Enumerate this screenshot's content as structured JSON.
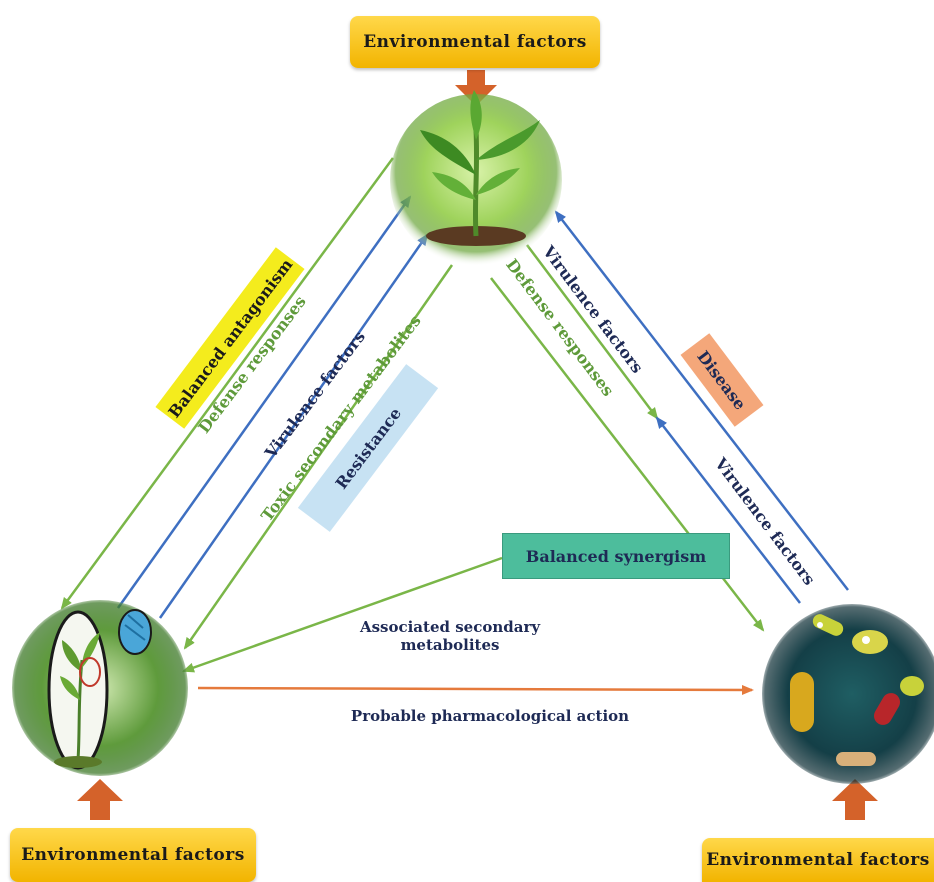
{
  "labels": {
    "env_top": "Environmental  factors",
    "env_left": "Environmental  factors",
    "env_right": "Environmental  factors",
    "balanced_antagonism": "Balanced antagonism",
    "defense_left": "Defense responses",
    "virulence_left": "Virulence factors",
    "toxic_metabolites": "Toxic secondary metabolites",
    "resistance": "Resistance",
    "virulence_right_top": "Virulence factors",
    "defense_right": "Defense responses",
    "disease": "Disease",
    "virulence_right_bottom": "Virulence factors",
    "balanced_synergism": "Balanced synergism",
    "associated_metabolites_1": "Associated secondary",
    "associated_metabolites_2": "metabolites",
    "pharmacological_action": "Probable pharmacological action"
  },
  "colors": {
    "green_arrow": "#7ab648",
    "blue_arrow": "#3e6fc1",
    "orange_arrow": "#e57a3c",
    "env_box": "#f7c21a",
    "env_arrow": "#d4622a",
    "yellow_tag": "#f4ec1d",
    "blue_tag": "#c7e2f3",
    "orange_tag": "#f4a77a",
    "teal_tag": "#4dbd9c",
    "green_text": "#5e9a3a",
    "navy_text": "#1e2a55"
  },
  "icons": {
    "top_image": "plant-seedling-image",
    "left_image": "endophyte-plant-image",
    "right_image": "pathogen-bacteria-image"
  }
}
